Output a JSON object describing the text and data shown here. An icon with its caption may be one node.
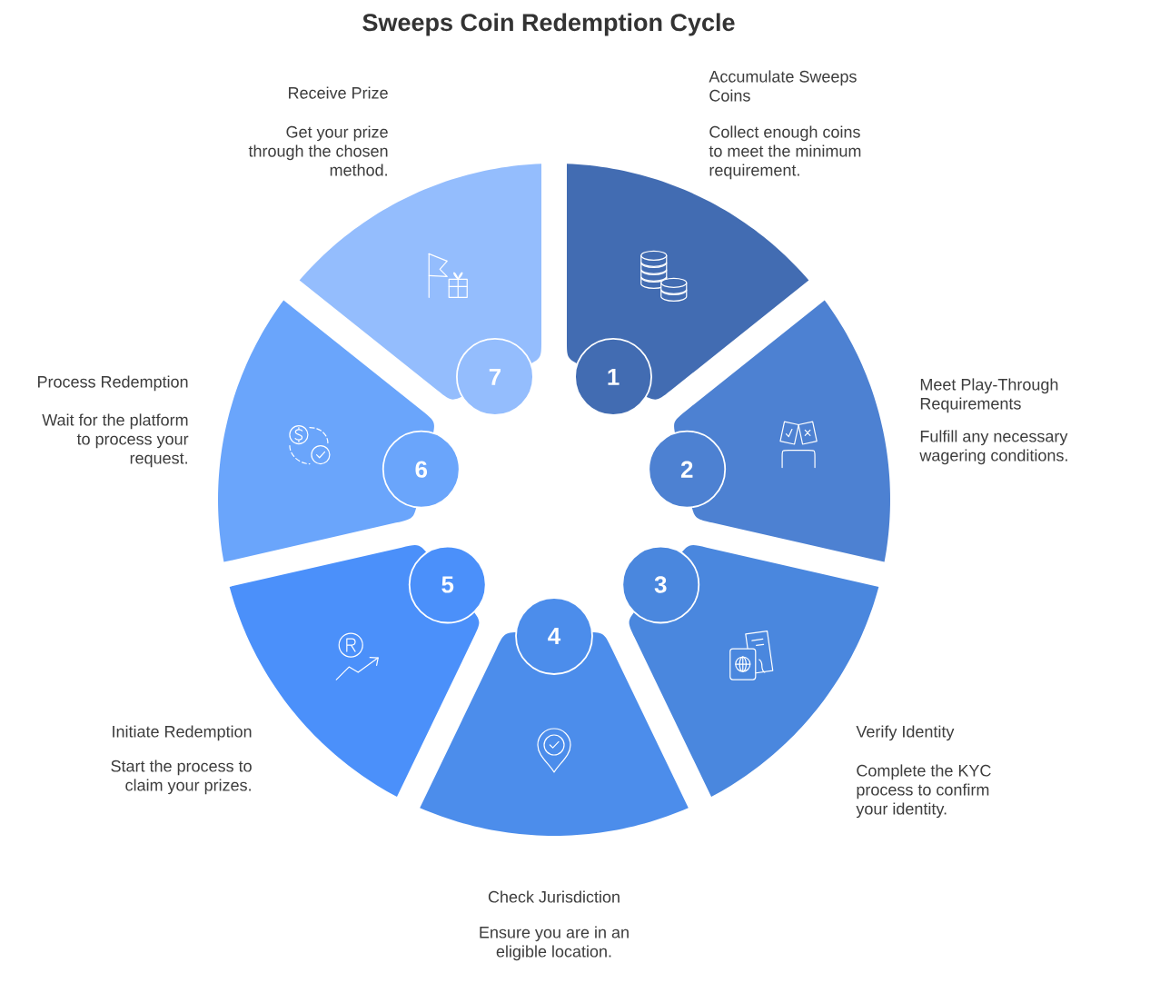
{
  "diagram": {
    "title": "Sweeps Coin Redemption Cycle",
    "nodes": [
      {
        "text": [
          "1"
        ],
        "beside": [
          "Accumulate Sweeps Coins",
          "Collect enough coins to meet the minimum requirement."
        ]
      },
      {
        "text": [
          "2"
        ],
        "beside": [
          "Meet Play-Through Requirements",
          "Fulfill any necessary wagering conditions."
        ]
      },
      {
        "text": [
          "3"
        ],
        "beside": [
          "Verify Identity",
          "Complete the KYC process to confirm your identity."
        ]
      },
      {
        "text": [
          "4"
        ],
        "beside": [
          "Check Jurisdiction",
          "Ensure you are in an eligible location."
        ]
      },
      {
        "text": [
          "5"
        ],
        "beside": [
          "Initiate Redemption",
          "Start the process to claim your prizes."
        ]
      },
      {
        "text": [
          "6"
        ],
        "beside": [
          "Process Redemption",
          "Wait for the platform to process your request."
        ]
      },
      {
        "text": [
          "7"
        ],
        "beside": [
          "Receive Prize",
          "Get your prize through the chosen method."
        ]
      }
    ]
  }
}
